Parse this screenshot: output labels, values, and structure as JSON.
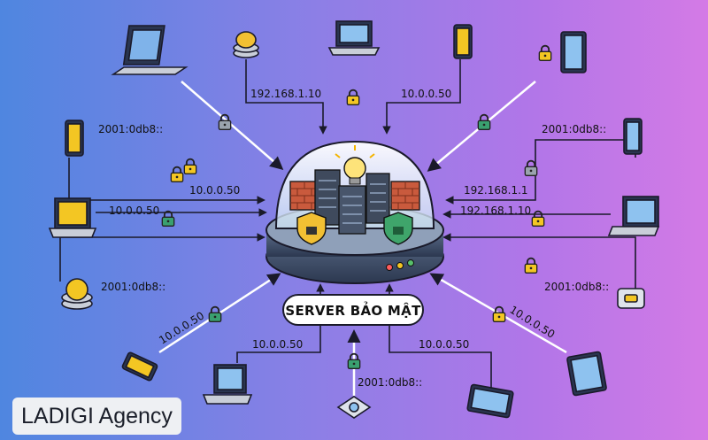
{
  "server_label": "SERVER BẢO MẬT",
  "brand": "LADIGI Agency",
  "ip_labels": {
    "top_left": "192.168.1.10",
    "top_right": "10.0.0.50",
    "left_upper_a": "2001:0db8::",
    "left_upper_b": "10.0.0.50",
    "left_mid": "10.0.0.50",
    "left_lower": "2001:0db8::",
    "bottom_left_diag": "10.0.0.50",
    "bottom_left": "10.0.0.50",
    "bottom_center": "2001:0db8::",
    "bottom_right": "10.0.0.50",
    "bottom_right_diag": "10.0.0.50",
    "right_upper_a": "2001:0db8::",
    "right_upper_b": "192.168.1.1",
    "right_mid": "192.168.1.10",
    "right_lower": "2001:0db8::"
  },
  "colors": {
    "lock_gray": "#9aa3ad",
    "lock_yellow": "#f3c623",
    "lock_green": "#3aa070",
    "shield_yellow": "#f2c033",
    "shield_green": "#3fa56b"
  },
  "icons": [
    "laptop-icon",
    "coin-stack-icon",
    "phone-icon",
    "tablet-icon",
    "lock-icon",
    "shield-icon",
    "server-icon",
    "firewall-icon",
    "lightbulb-icon",
    "router-icon"
  ]
}
